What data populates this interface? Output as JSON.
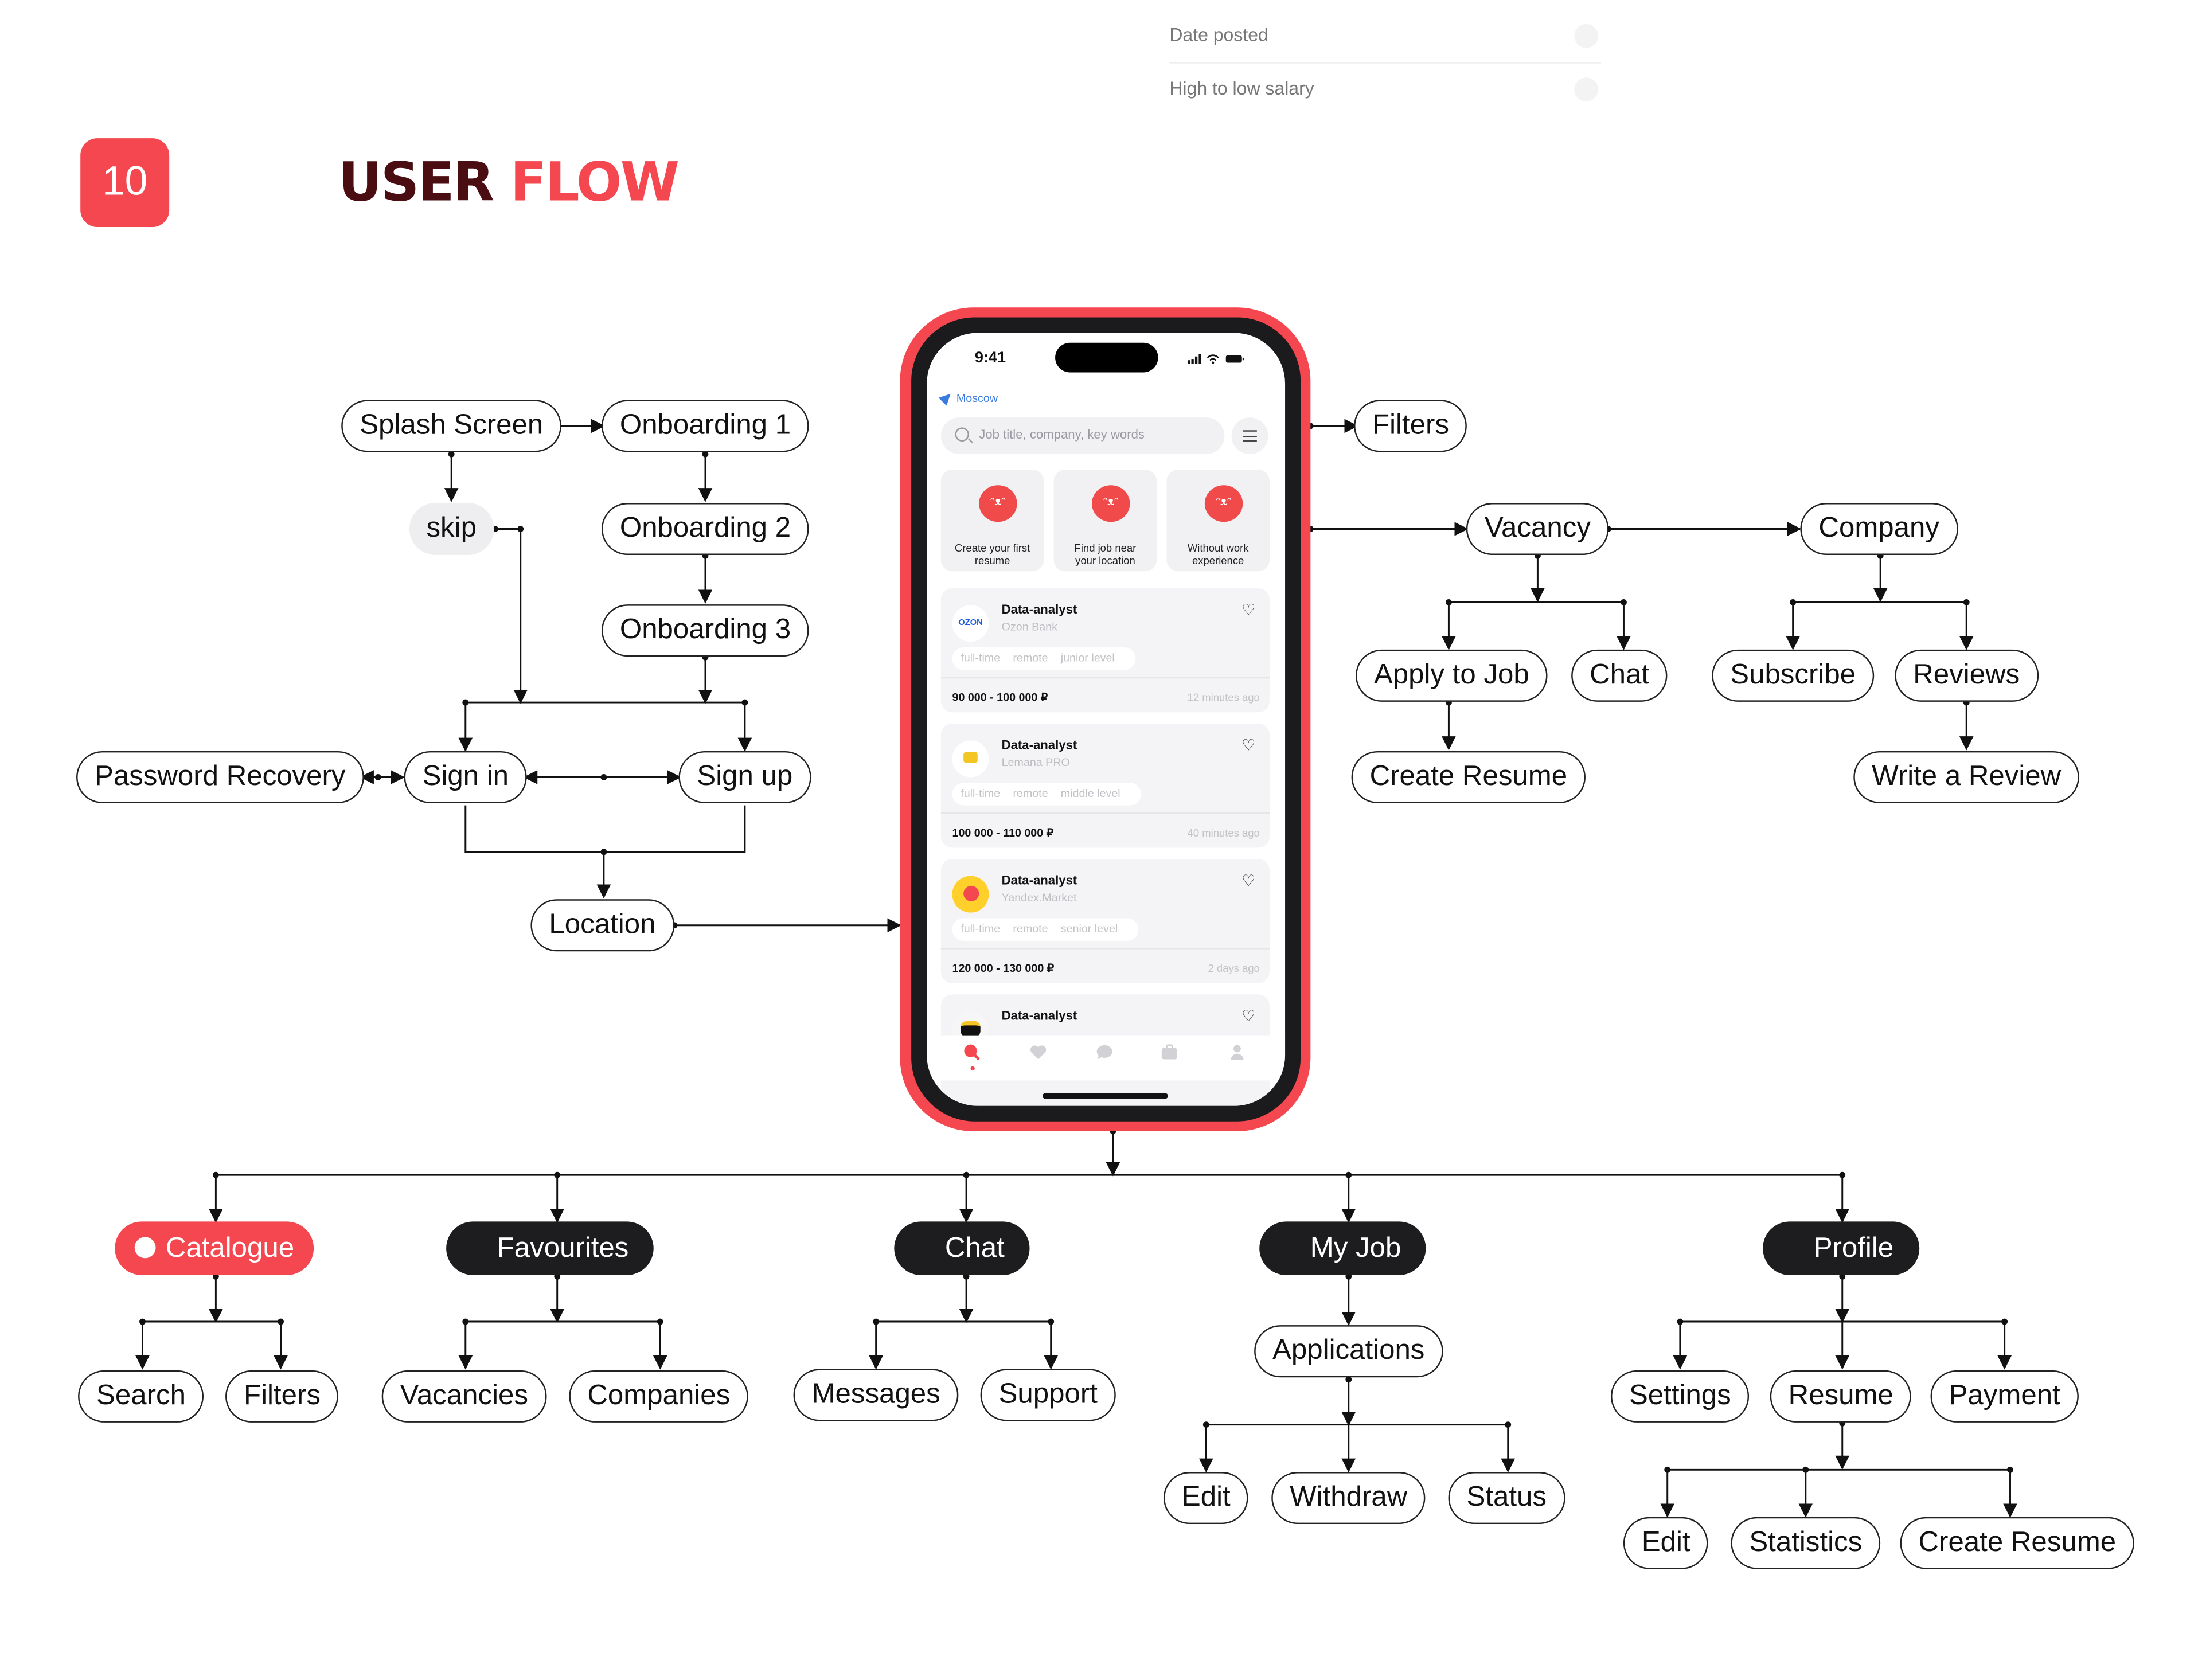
{
  "sort_options": [
    "Date posted",
    "High to low salary"
  ],
  "header": {
    "number": "10",
    "title_part1": "USER",
    "title_part2": "FLOW"
  },
  "flow": {
    "onboarding": {
      "splash": "Splash Screen",
      "onboarding1": "Onboarding 1",
      "skip": "skip",
      "onboarding2": "Onboarding 2",
      "onboarding3": "Onboarding 3",
      "password_recovery": "Password Recovery",
      "sign_in": "Sign in",
      "sign_up": "Sign up",
      "location": "Location"
    },
    "right": {
      "filters": "Filters",
      "vacancy": "Vacancy",
      "company": "Company",
      "apply_to_job": "Apply to Job",
      "chat": "Chat",
      "subscribe": "Subscribe",
      "reviews": "Reviews",
      "create_resume": "Create Resume",
      "write_review": "Write a Review"
    },
    "tabs": {
      "catalogue": "Catalogue",
      "favourites": "Favourites",
      "chat": "Chat",
      "my_job": "My Job",
      "profile": "Profile"
    },
    "catalogue_children": [
      "Search",
      "Filters"
    ],
    "favourites_children": [
      "Vacancies",
      "Companies"
    ],
    "chat_children": [
      "Messages",
      "Support"
    ],
    "myjob": {
      "applications": "Applications",
      "children": [
        "Edit",
        "Withdraw",
        "Status"
      ]
    },
    "profile": {
      "children": [
        "Settings",
        "Resume",
        "Payment"
      ],
      "resume_children": [
        "Edit",
        "Statistics",
        "Create Resume"
      ]
    }
  },
  "phone": {
    "time": "9:41",
    "location": "Moscow",
    "search_placeholder": "Job title, company, key words",
    "promos": [
      {
        "line1": "Create your first",
        "line2": "resume"
      },
      {
        "line1": "Find job near",
        "line2": "your location"
      },
      {
        "line1": "Without work",
        "line2": "experience"
      }
    ],
    "jobs": [
      {
        "title": "Data-analyst",
        "company": "Ozon Bank",
        "logo": "OZON",
        "tags": [
          "full-time",
          "remote",
          "junior level"
        ],
        "salary": "90 000 - 100 000 ₽",
        "posted": "12 minutes ago"
      },
      {
        "title": "Data-analyst",
        "company": "Lemana PRO",
        "logo": "",
        "tags": [
          "full-time",
          "remote",
          "middle level"
        ],
        "salary": "100 000 - 110 000 ₽",
        "posted": "40 minutes ago"
      },
      {
        "title": "Data-analyst",
        "company": "Yandex.Market",
        "logo": "",
        "tags": [
          "full-time",
          "remote",
          "senior level"
        ],
        "salary": "120 000 - 130 000 ₽",
        "posted": "2 days ago"
      },
      {
        "title": "Data-analyst"
      }
    ],
    "tab_icons": [
      "search-icon",
      "heart-icon",
      "chat-bubble-icon",
      "briefcase-icon",
      "person-icon"
    ]
  },
  "colors": {
    "accent": "#f5474f",
    "dark": "#1d1d1f",
    "title_dark": "#4a0e12"
  }
}
